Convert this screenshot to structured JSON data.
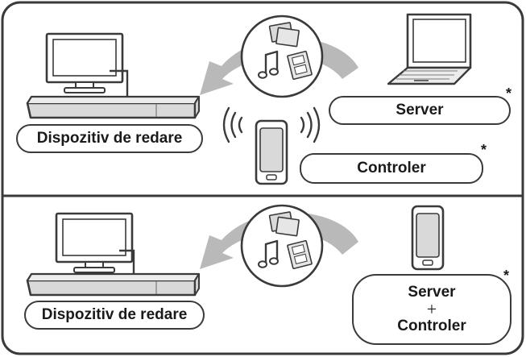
{
  "top_panel": {
    "playback_device_label": "Dispozitiv de redare",
    "server_label": "Server",
    "controller_label": "Controler",
    "server_note_mark": "*",
    "controller_note_mark": "*"
  },
  "bottom_panel": {
    "playback_device_label": "Dispozitiv de redare",
    "combined_label_line1": "Server",
    "combined_label_plus": "+",
    "combined_label_line2": "Controler",
    "combined_note_mark": "*"
  },
  "media_icons": [
    "photo-stack-icon",
    "music-note-icon",
    "video-film-icon"
  ],
  "colors": {
    "outline": "#3a3a3a",
    "arrow": "#b9b9b9",
    "device_fill": "#d9d9d9",
    "background": "#ffffff"
  }
}
